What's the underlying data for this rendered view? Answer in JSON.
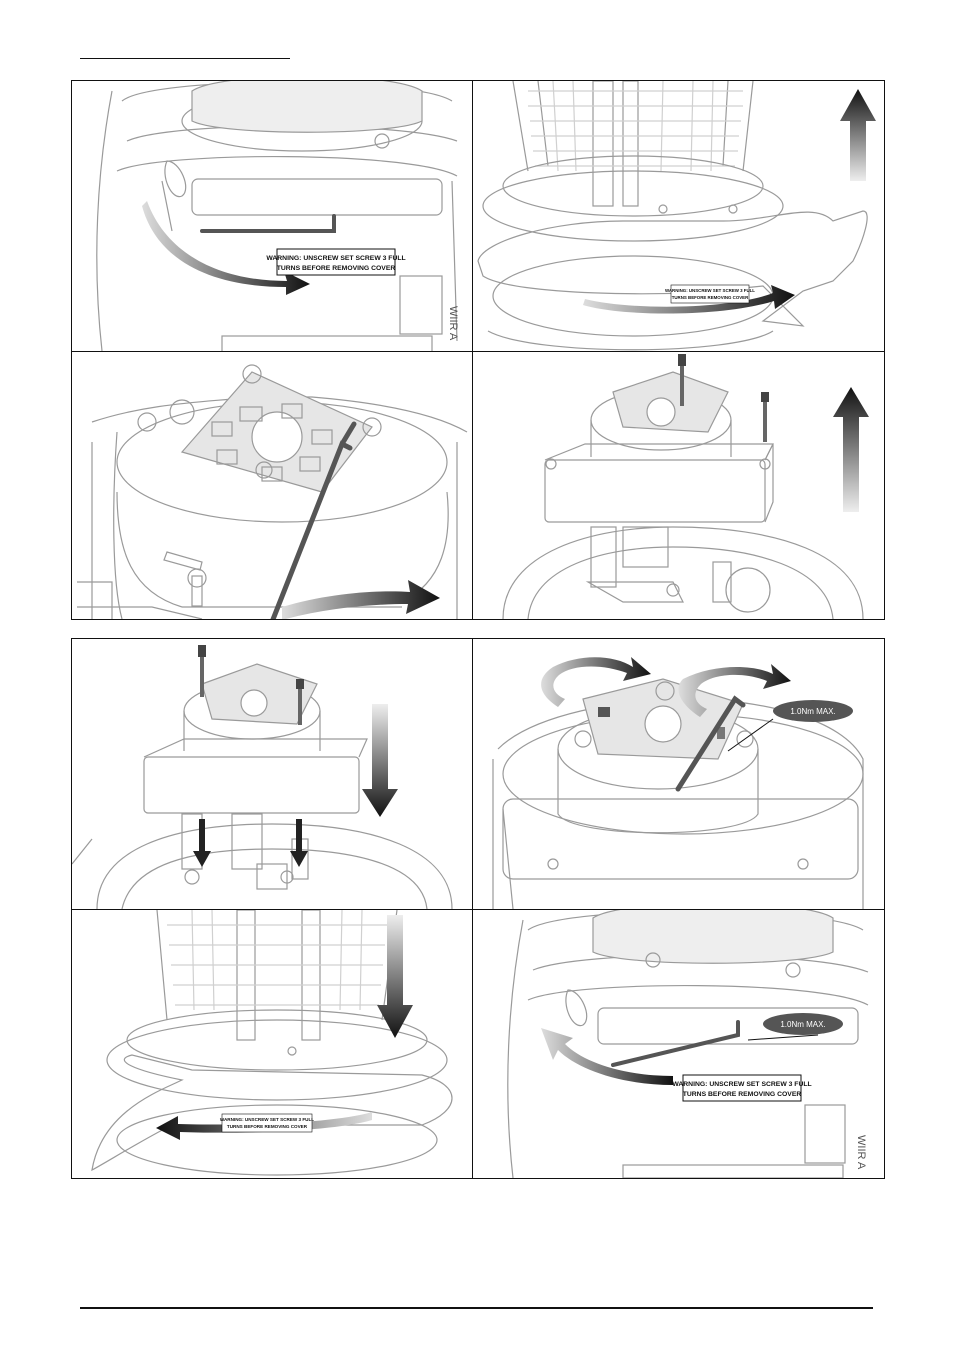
{
  "warning_label": {
    "line1": "WARNING: UNSCREW SET SCREW 3 FULL",
    "line2": "TURNS BEFORE REMOVING COVER"
  },
  "torque_callout": "1.0Nm MAX.",
  "side_text": "WIIR A",
  "panels": [
    {
      "id": 1,
      "icon": "hex-key-unscrew"
    },
    {
      "id": 2,
      "icon": "wrench-remove-cover"
    },
    {
      "id": 3,
      "icon": "hex-key-loosen"
    },
    {
      "id": 4,
      "icon": "lift-module"
    },
    {
      "id": 5,
      "icon": "insert-module"
    },
    {
      "id": 6,
      "icon": "tighten-screws"
    },
    {
      "id": 7,
      "icon": "wrench-fit-cover"
    },
    {
      "id": 8,
      "icon": "hex-key-tighten"
    }
  ],
  "colors": {
    "line": "#111111",
    "arrow": "#222222",
    "drawing": "#9a9a9a"
  }
}
